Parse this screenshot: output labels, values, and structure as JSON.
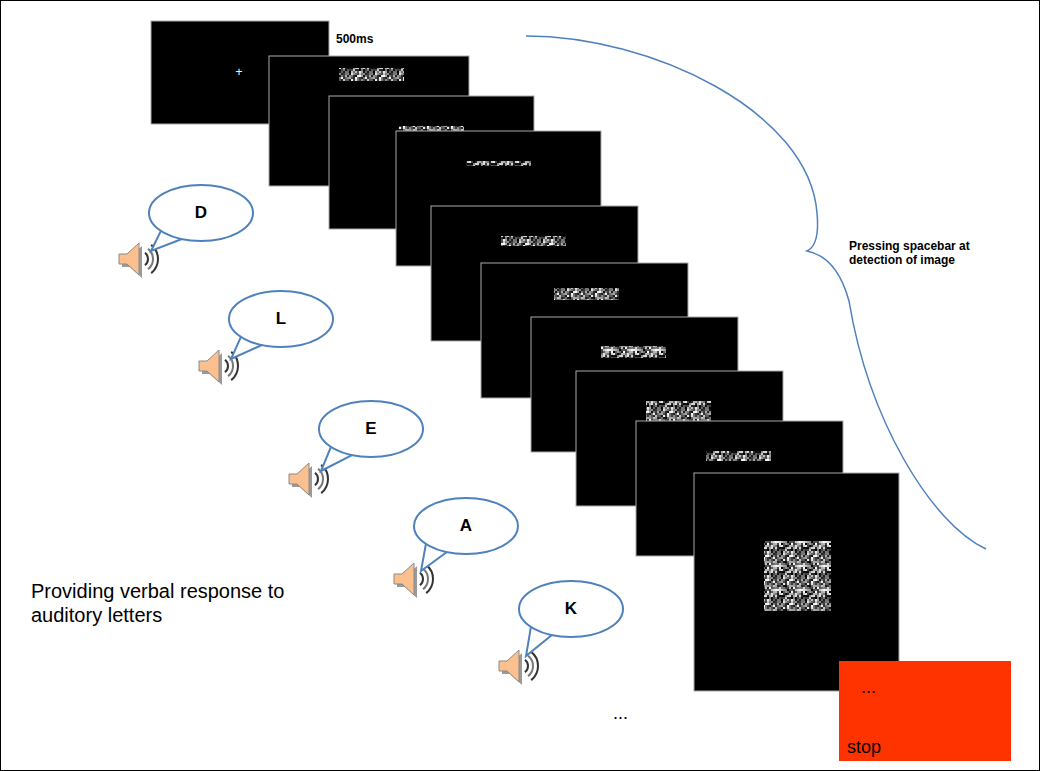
{
  "diagram": {
    "nodes": [
      {
        "text": [
          "D"
        ]
      },
      {
        "text": [
          "L"
        ]
      },
      {
        "text": [
          "E"
        ]
      },
      {
        "text": [
          "A"
        ]
      },
      {
        "text": [
          "K"
        ]
      }
    ],
    "labels": [
      "500ms",
      "+",
      "Pressing spacebar at detection of image",
      "Providing verbal response to auditory letters",
      "...",
      "...",
      "stop"
    ]
  }
}
